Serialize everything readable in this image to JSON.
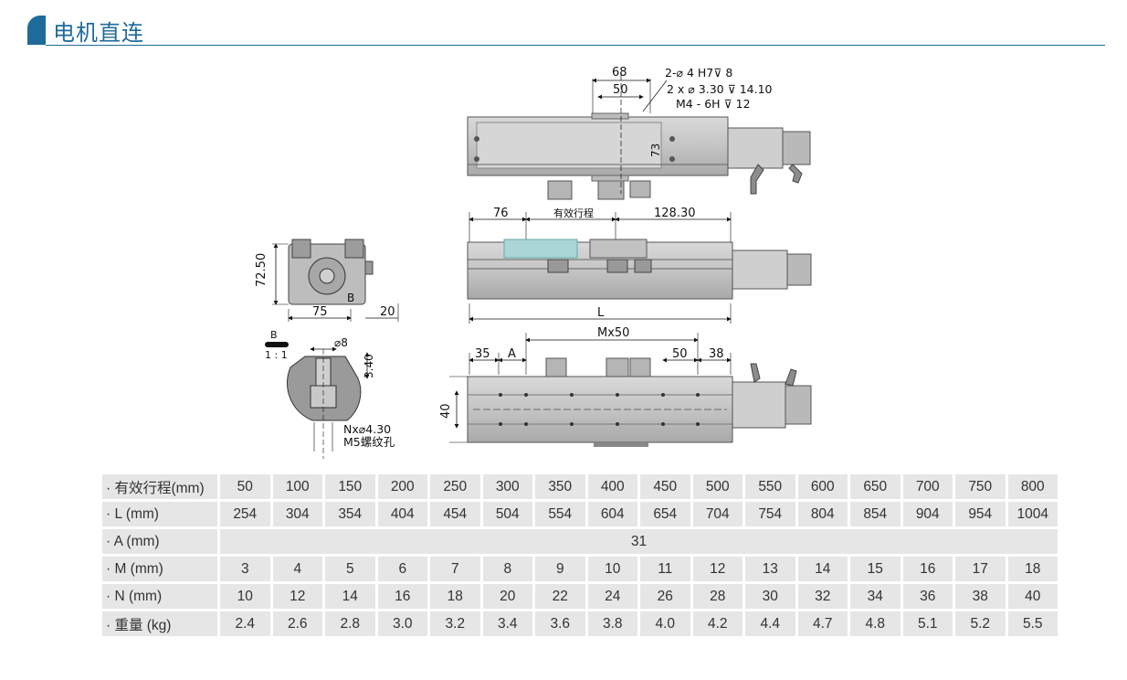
{
  "header": {
    "title": "电机直连"
  },
  "drawing": {
    "top_view": {
      "dim_68": "68",
      "dim_50": "50",
      "note1": "2-⌀ 4 H7⊽ 8",
      "note2": "2 x ⌀ 3.30 ⊽ 14.10",
      "note3": "M4 - 6H ⊽ 12",
      "dim_73": "73"
    },
    "side_view": {
      "dim_76": "76",
      "stroke_label": "有效行程",
      "dim_128": "128.30",
      "dim_L": "L"
    },
    "end_view": {
      "dim_72": "72.50",
      "dim_75": "75",
      "dim_20": "20",
      "section_mark": "B"
    },
    "detail": {
      "label_B": "B",
      "scale": "1 : 1",
      "dia8": "⌀8",
      "dim_340": "3.40",
      "note_n": "Nx⌀4.30",
      "note_m5": "M5螺纹孔"
    },
    "bottom_view": {
      "dim_35": "35",
      "dim_A": "A",
      "dim_Mx50": "Mx50",
      "dim_50": "50",
      "dim_38": "38",
      "dim_40": "40"
    }
  },
  "table": {
    "rows": [
      {
        "label": "· 有效行程(mm)",
        "values": [
          "50",
          "100",
          "150",
          "200",
          "250",
          "300",
          "350",
          "400",
          "450",
          "500",
          "550",
          "600",
          "650",
          "700",
          "750",
          "800"
        ]
      },
      {
        "label": "· L (mm)",
        "values": [
          "254",
          "304",
          "354",
          "404",
          "454",
          "504",
          "554",
          "604",
          "654",
          "704",
          "754",
          "804",
          "854",
          "904",
          "954",
          "1004"
        ]
      },
      {
        "label": "· A (mm)",
        "merged": "31"
      },
      {
        "label": "· M (mm)",
        "values": [
          "3",
          "4",
          "5",
          "6",
          "7",
          "8",
          "9",
          "10",
          "11",
          "12",
          "13",
          "14",
          "15",
          "16",
          "17",
          "18"
        ]
      },
      {
        "label": "· N (mm)",
        "values": [
          "10",
          "12",
          "14",
          "16",
          "18",
          "20",
          "22",
          "24",
          "26",
          "28",
          "30",
          "32",
          "34",
          "36",
          "38",
          "40"
        ]
      },
      {
        "label": "· 重量 (kg)",
        "values": [
          "2.4",
          "2.6",
          "2.8",
          "3.0",
          "3.2",
          "3.4",
          "3.6",
          "3.8",
          "4.0",
          "4.2",
          "4.4",
          "4.7",
          "4.8",
          "5.1",
          "5.2",
          "5.5"
        ]
      }
    ]
  }
}
